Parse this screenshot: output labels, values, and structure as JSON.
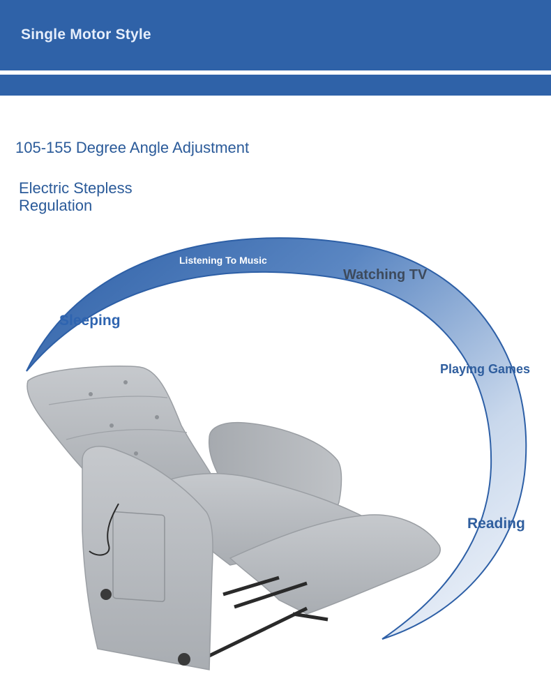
{
  "banner": {
    "title": "Single Motor Style"
  },
  "features": {
    "angle": "105-155 Degree Angle Adjustment",
    "regulation_line1": "Electric Stepless",
    "regulation_line2": "Regulation"
  },
  "arc_labels": {
    "music": "Listening To Music",
    "tv": "Watching TV",
    "sleeping": "Sleeping",
    "games": "Playing Games",
    "reading": "Reading"
  },
  "colors": {
    "banner": "#2f62a8",
    "text_blue": "#2a5a99",
    "arc_dark": "#2d5fa6",
    "arc_light": "#eef3fa",
    "upholstery": "#b9bcc0"
  }
}
